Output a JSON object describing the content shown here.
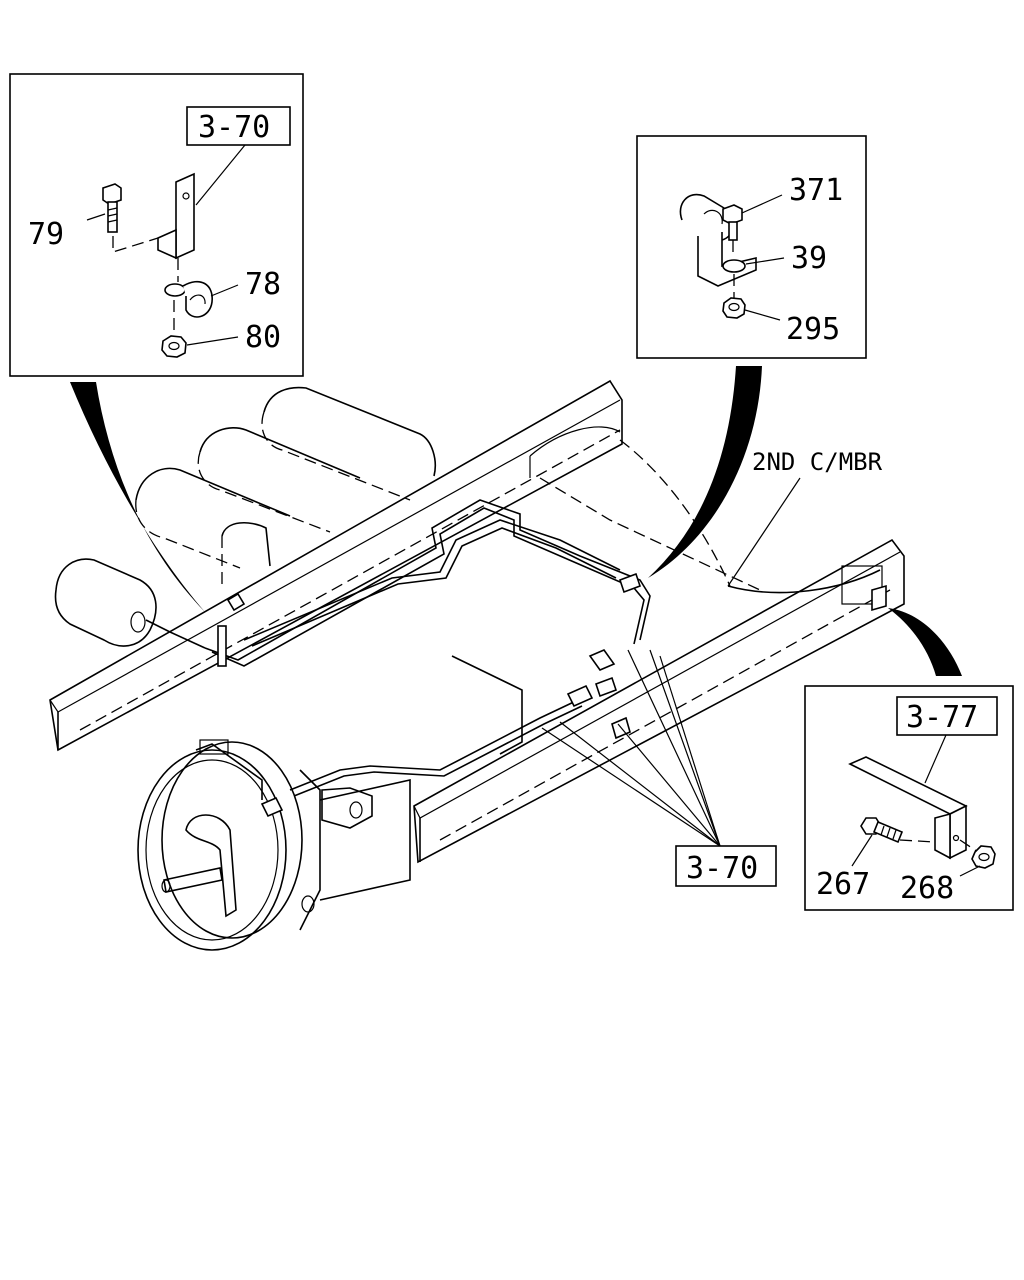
{
  "callouts": {
    "part_79": "79",
    "part_78": "78",
    "part_80": "80",
    "part_371": "371",
    "part_39": "39",
    "part_295": "295",
    "part_267": "267",
    "part_268": "268"
  },
  "references": {
    "ref_left_box": "3-70",
    "ref_main": "3-70",
    "ref_right_box": "3-77"
  },
  "annotations": {
    "second_crossmember": "2ND C/MBR"
  }
}
